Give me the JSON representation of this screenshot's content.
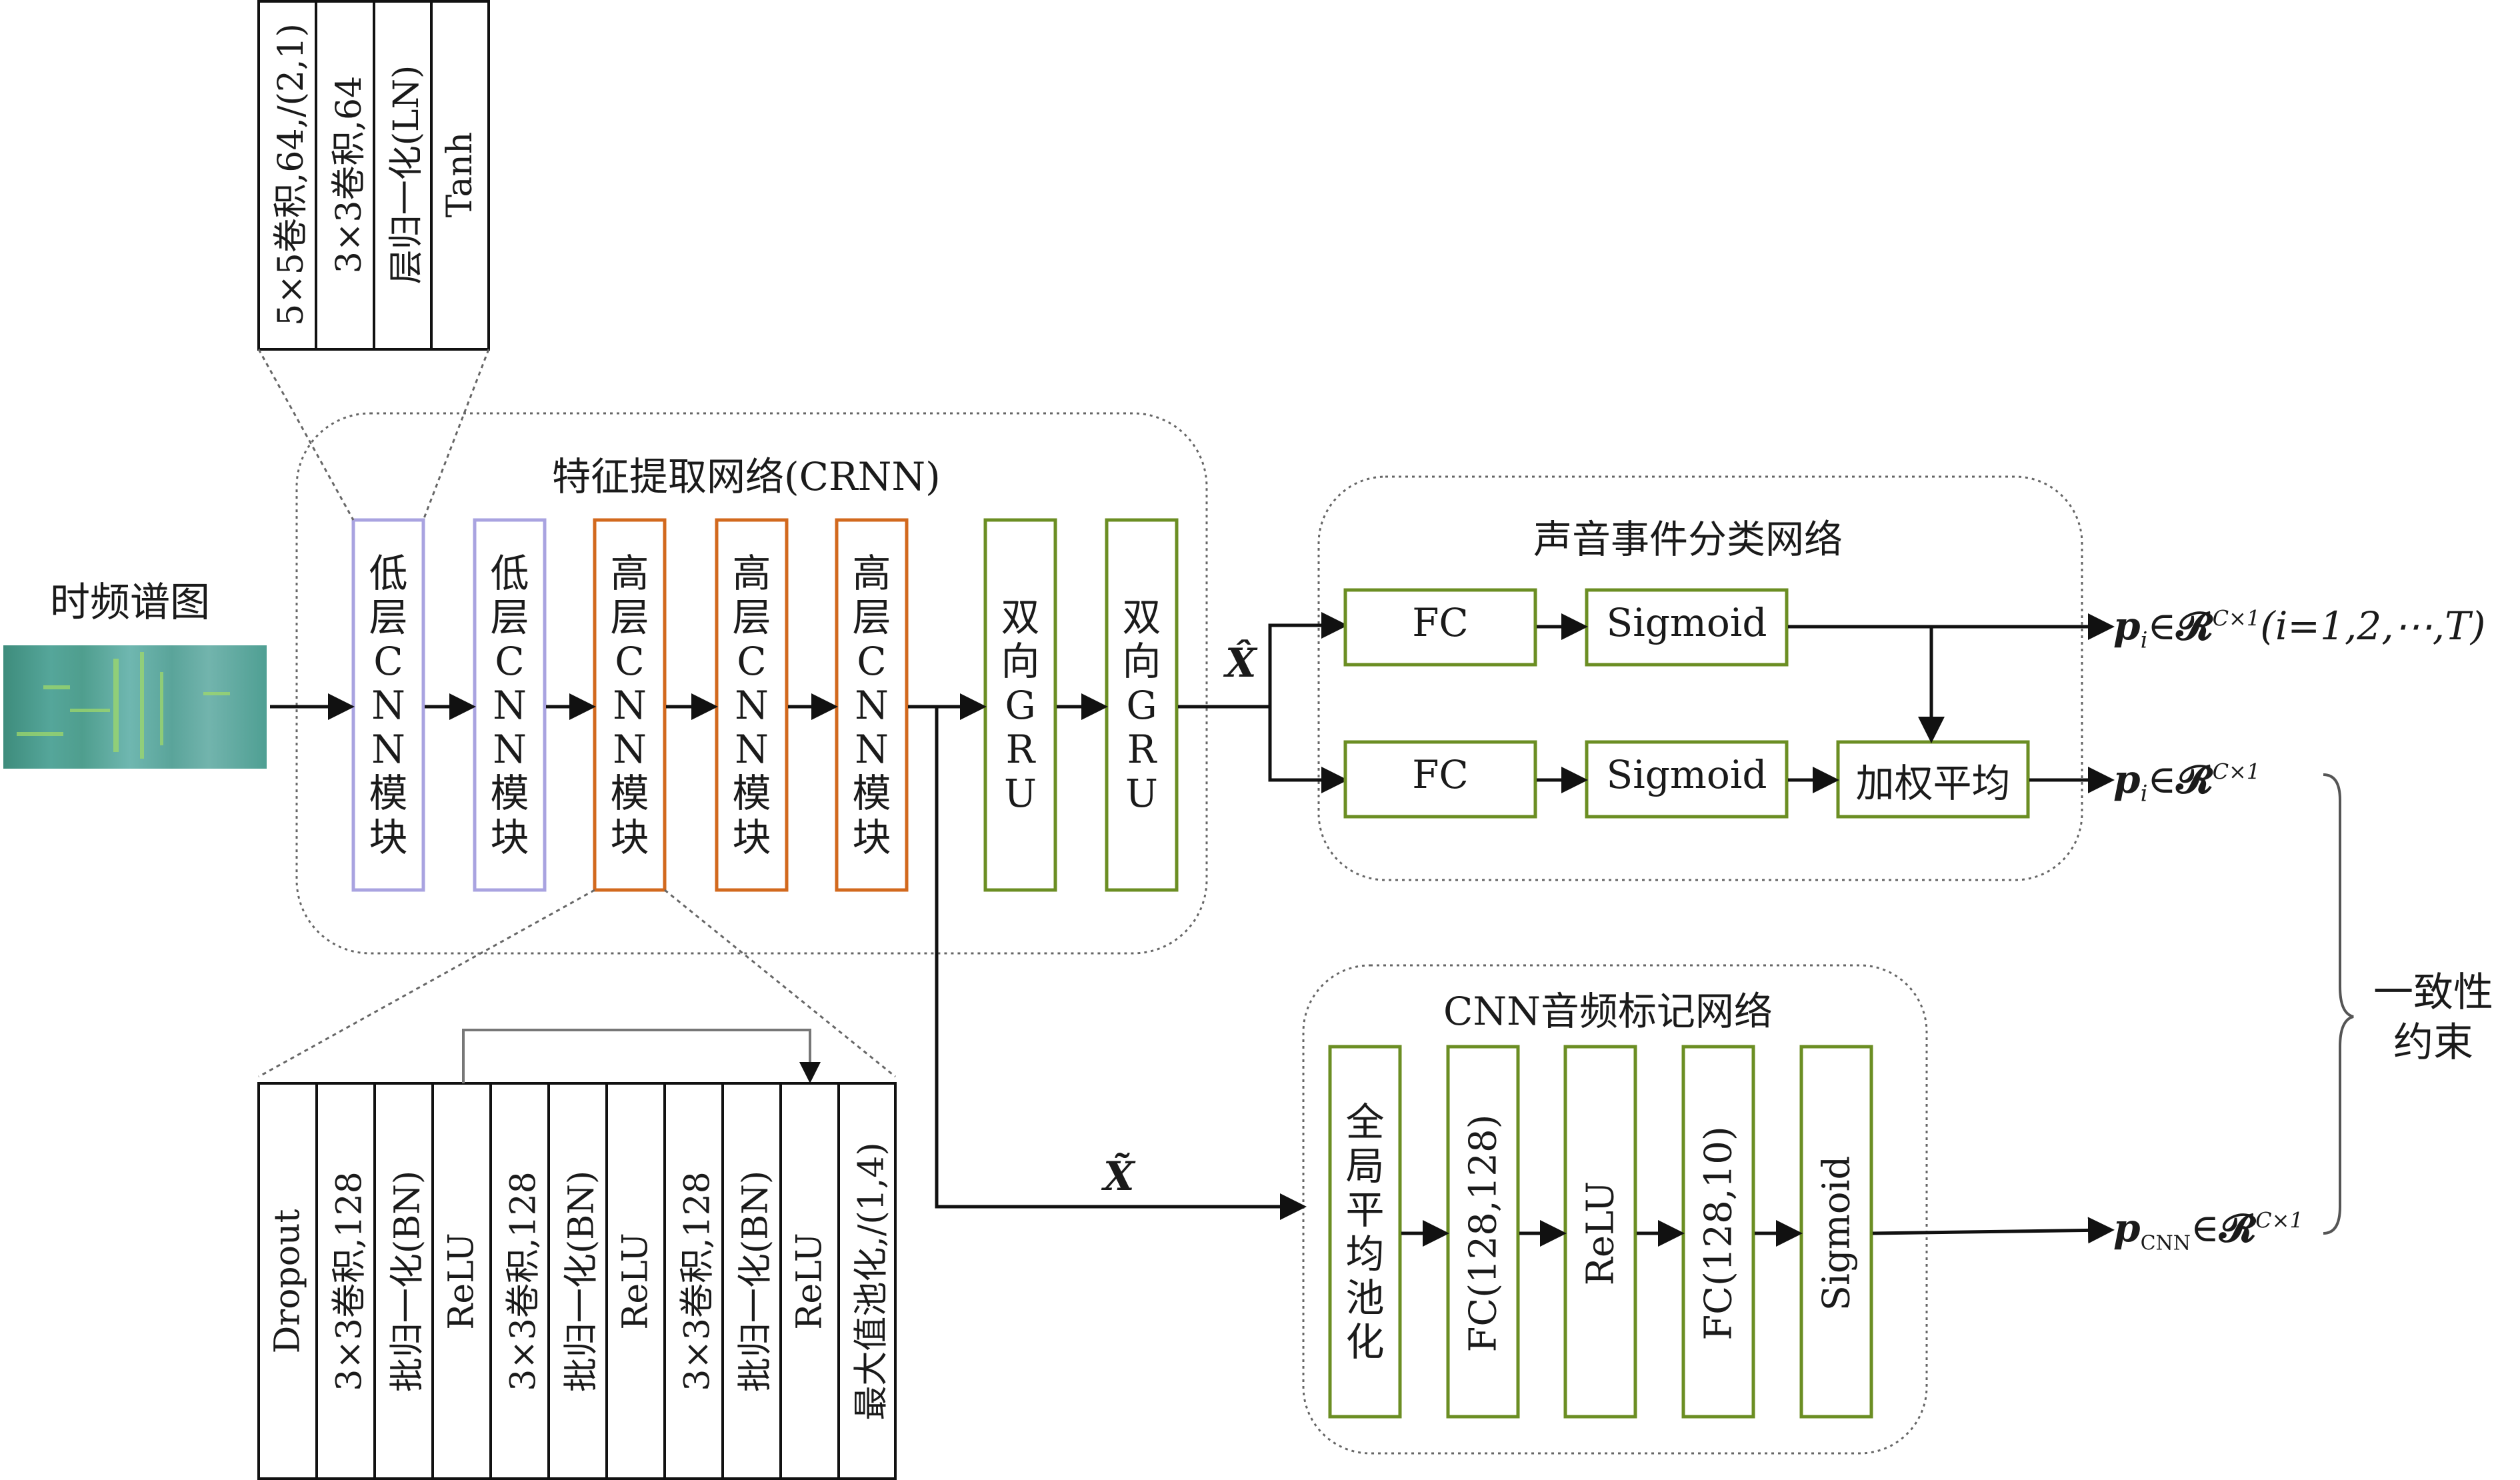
{
  "input": {
    "title": "时频谱图"
  },
  "crnn": {
    "title": "特征提取网络(CRNN)",
    "blocks": [
      {
        "chars": [
          "低",
          "层",
          "C",
          "N",
          "N",
          "模",
          "块"
        ],
        "color": "#a9a3e0"
      },
      {
        "chars": [
          "低",
          "层",
          "C",
          "N",
          "N",
          "模",
          "块"
        ],
        "color": "#a9a3e0"
      },
      {
        "chars": [
          "高",
          "层",
          "C",
          "N",
          "N",
          "模",
          "块"
        ],
        "color": "#d2691e"
      },
      {
        "chars": [
          "高",
          "层",
          "C",
          "N",
          "N",
          "模",
          "块"
        ],
        "color": "#d2691e"
      },
      {
        "chars": [
          "高",
          "层",
          "C",
          "N",
          "N",
          "模",
          "块"
        ],
        "color": "#d2691e"
      },
      {
        "chars": [
          "双",
          "向",
          "G",
          "R",
          "U"
        ],
        "color": "#6b8e23"
      },
      {
        "chars": [
          "双",
          "向",
          "G",
          "R",
          "U"
        ],
        "color": "#6b8e23"
      }
    ]
  },
  "low_cnn_detail": [
    "5×5卷积,64,/(2,1)",
    "3×3卷积,64",
    "层归一化(LN)",
    "Tanh"
  ],
  "high_cnn_detail": [
    "Dropout",
    "3×3卷积,128",
    "批归一化(BN)",
    "ReLU",
    "3×3卷积,128",
    "批归一化(BN)",
    "ReLU",
    "3×3卷积,128",
    "批归一化(BN)",
    "ReLU",
    "最大值池化,/(1,4)"
  ],
  "sed": {
    "title": "声音事件分类网络",
    "fc_label": "FC",
    "sigmoid_label": "Sigmoid",
    "weighted_avg_label": "加权平均"
  },
  "cnn_tag": {
    "title": "CNN音频标记网络",
    "blocks": [
      "全局平均池化",
      "FC(128,128)",
      "ReLU",
      "FC(128,10)",
      "Sigmoid"
    ],
    "block_color": "#6b8e23"
  },
  "symbols": {
    "x_hat": "X̂",
    "x_tilde": "X̃"
  },
  "outputs": {
    "frame": {
      "p": "p",
      "sub": "i",
      "rest": "∈",
      "R": "𝓡",
      "sup": "C×1",
      "tail": "(i=1,2,⋯,T)"
    },
    "clip": {
      "p": "p",
      "sub": "i",
      "rest": "∈",
      "R": "𝓡",
      "sup": "C×1"
    },
    "cnn": {
      "p": "p",
      "sub": "CNN",
      "rest": "∈",
      "R": "𝓡",
      "sup": "C×1"
    }
  },
  "consistency": {
    "line1": "一致性",
    "line2": "约束"
  }
}
